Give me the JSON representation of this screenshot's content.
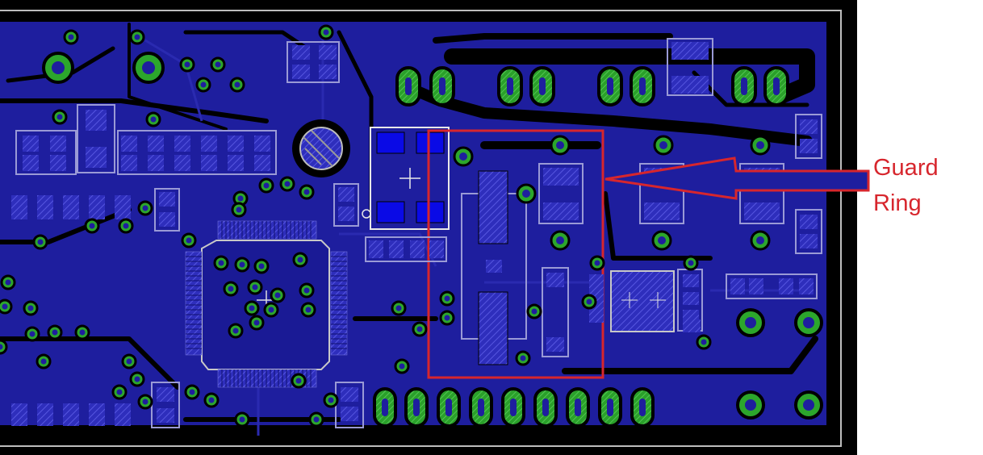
{
  "annotation": {
    "line1": "Guard",
    "line2": "Ring"
  },
  "colors": {
    "background": "#000000",
    "copper_pour": "#1e1e9e",
    "pad_hatch": "#3a3ad0",
    "via_ring": "#2ca62c",
    "silkscreen": "#c8c8c8",
    "highlight_pad": "#0a0ae6",
    "annotation": "#d7262d"
  },
  "components": {
    "qfp_chip": "QFP",
    "guard_ring_region": "guard-ring",
    "inductor": "inductor",
    "crystal_oscillator": "crystal"
  }
}
